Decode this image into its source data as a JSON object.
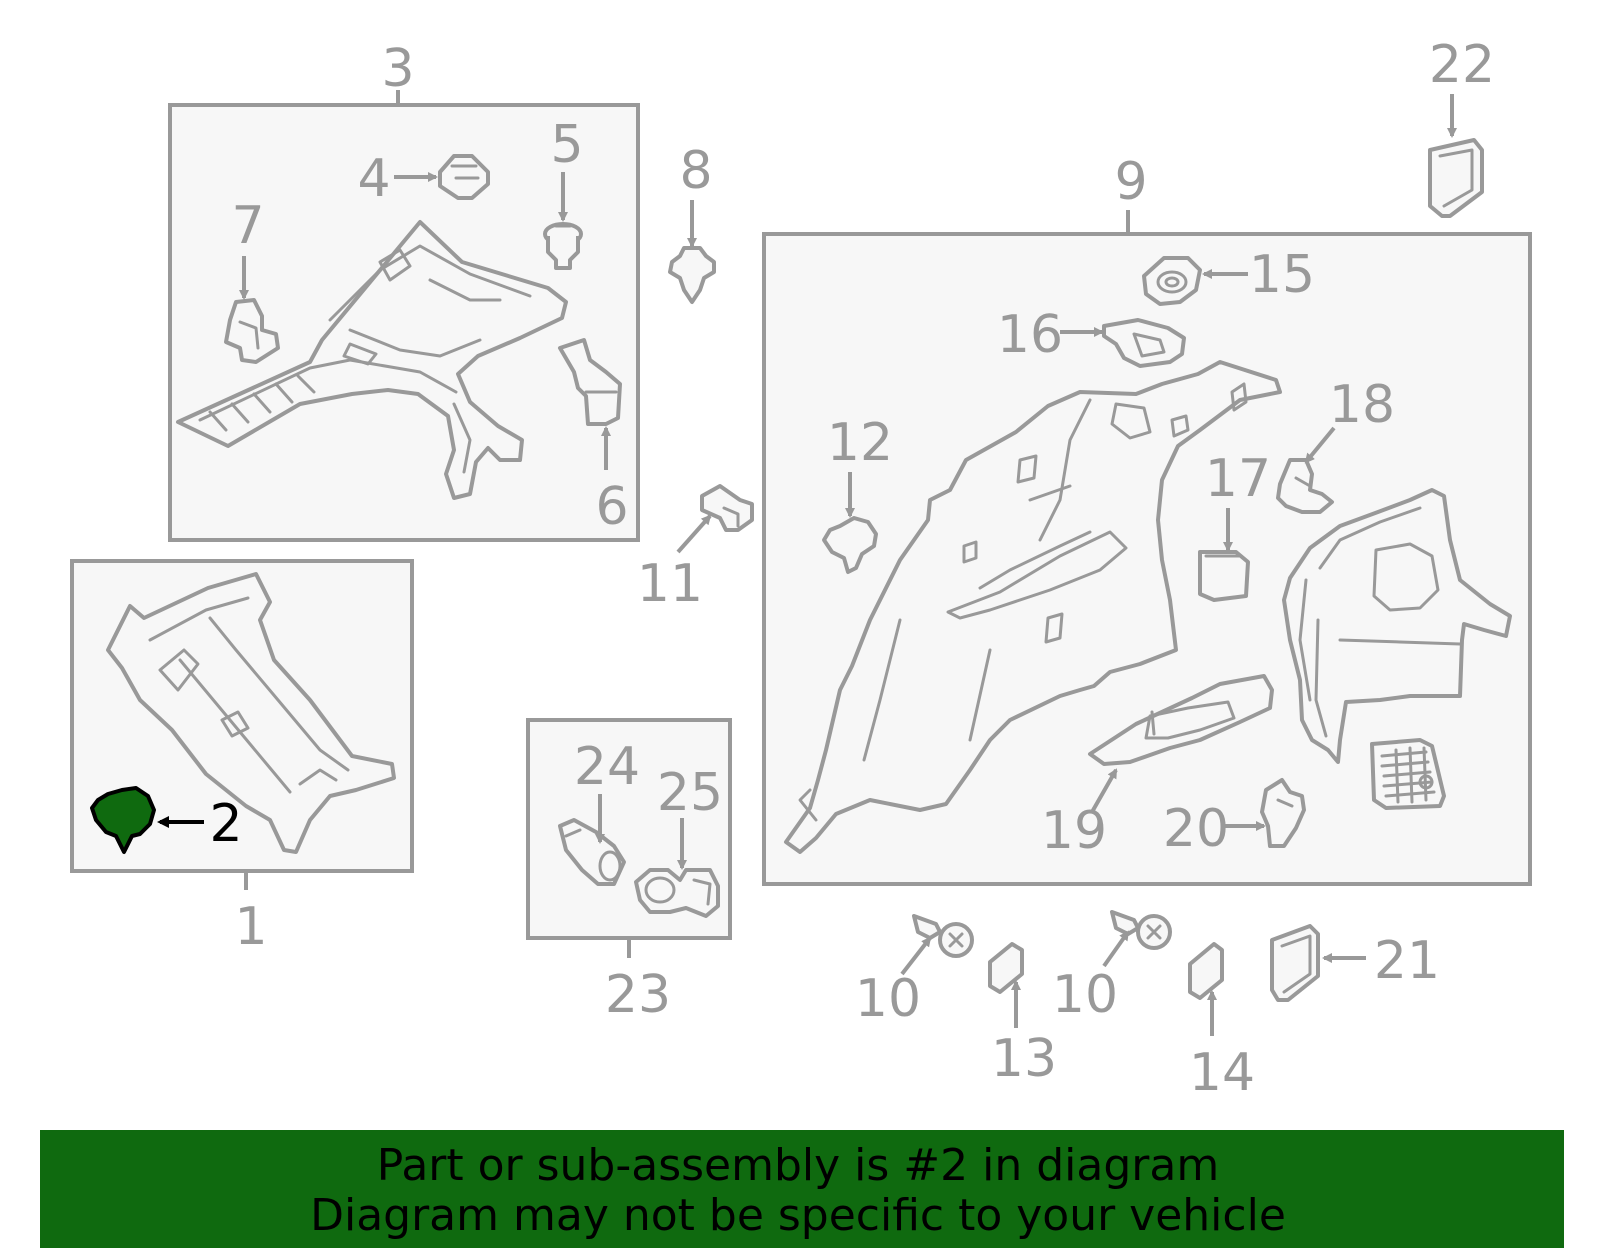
{
  "colors": {
    "line_gray": "#999999",
    "box_fill": "#f7f7f7",
    "highlight_green": "#0f6a0f",
    "banner_green": "#0f6a0f",
    "highlight_text": "#000000"
  },
  "callouts": {
    "c1": "1",
    "c2": "2",
    "c3": "3",
    "c4": "4",
    "c5": "5",
    "c6": "6",
    "c7": "7",
    "c8": "8",
    "c9": "9",
    "c10a": "10",
    "c10b": "10",
    "c11": "11",
    "c12": "12",
    "c13": "13",
    "c14": "14",
    "c15": "15",
    "c16": "16",
    "c17": "17",
    "c18": "18",
    "c19": "19",
    "c20": "20",
    "c21": "21",
    "c22": "22",
    "c23": "23",
    "c24": "24",
    "c25": "25"
  },
  "highlighted_part": "2",
  "banner": {
    "line1": "Part or sub-assembly is #2 in diagram",
    "line2": "Diagram may not be specific to your vehicle"
  }
}
